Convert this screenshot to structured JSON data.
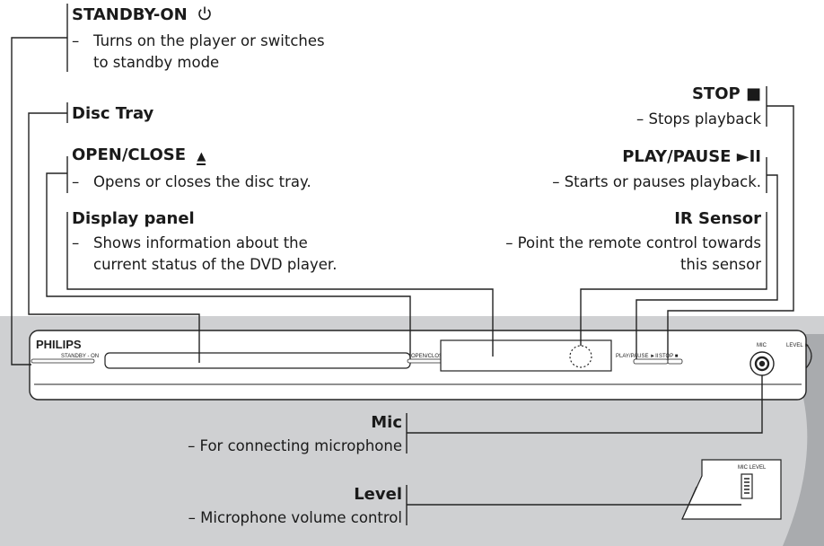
{
  "left": {
    "standby": {
      "title": "STANDBY-ON",
      "icon": "power-icon",
      "line1": "Turns on the player or switches",
      "line2": "to standby mode"
    },
    "disc_tray": {
      "title": "Disc Tray"
    },
    "open_close": {
      "title": "OPEN/CLOSE",
      "symbol": "▲",
      "line1": "Opens or closes the disc tray."
    },
    "display": {
      "title": "Display panel",
      "line1": "Shows information about the",
      "line2": "current status of the DVD player."
    },
    "dash": "–"
  },
  "right": {
    "stop": {
      "title": "STOP",
      "symbol": "■",
      "line1": "– Stops playback"
    },
    "play": {
      "title": "PLAY/PAUSE",
      "symbol": "►II",
      "line1": "– Starts or pauses playback."
    },
    "ir": {
      "title": "IR Sensor",
      "line1": "– Point the remote control towards",
      "line2": "this sensor"
    }
  },
  "bottom": {
    "mic": {
      "title": "Mic",
      "line1": "– For connecting microphone"
    },
    "level": {
      "title": "Level",
      "line1": "– Microphone volume control"
    }
  },
  "device": {
    "brand": "PHILIPS",
    "standby_label": "STANDBY - ON",
    "open_close_label": "OPEN/CLOSE ▲",
    "play_pause_label": "PLAY/PAUSE ►II",
    "stop_label": "STOP ■",
    "mic_label": "MIC",
    "level_label": "LEVEL ►",
    "inset_label": "MIC LEVEL"
  }
}
